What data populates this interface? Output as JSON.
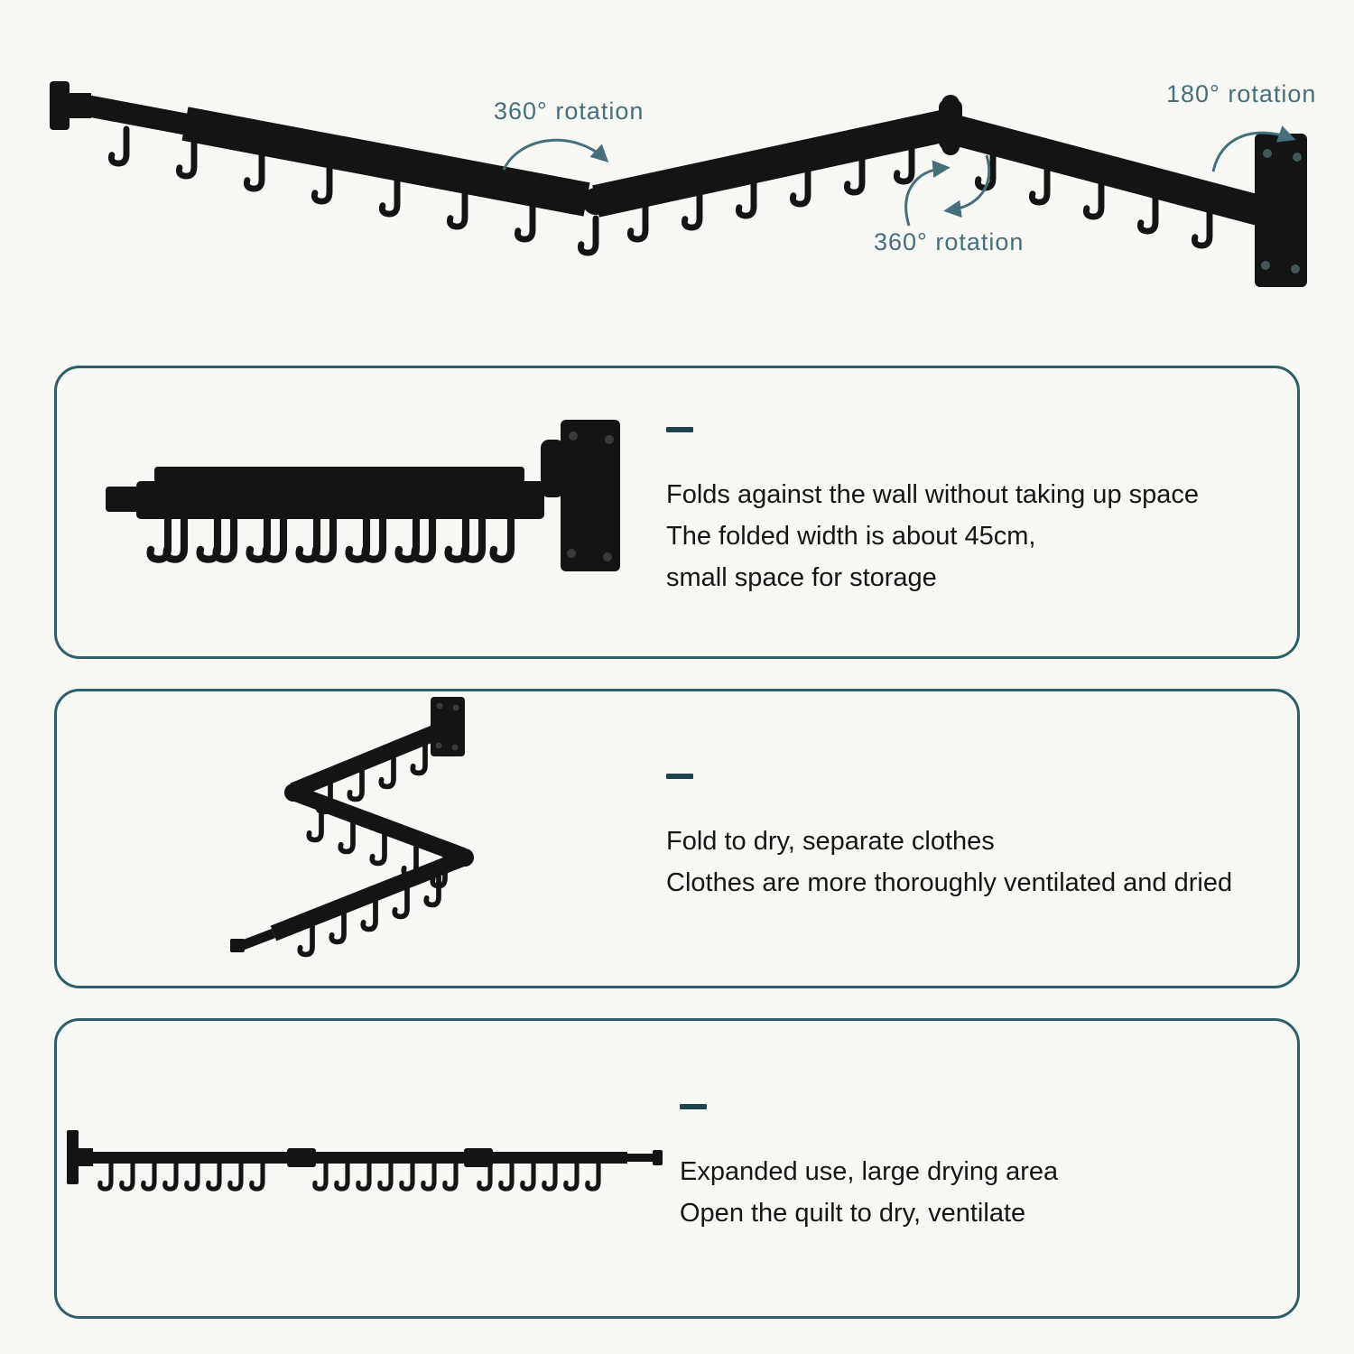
{
  "colors": {
    "background": "#f7f7f4",
    "accent": "#45707b",
    "panel_border": "#2d5f6b",
    "dash": "#1d454d",
    "text": "#161616",
    "rack": "#141414",
    "screw": "#41585c"
  },
  "hero": {
    "annotations": [
      {
        "id": "rotation-left-joint",
        "label": "360° rotation"
      },
      {
        "id": "rotation-wall-mount",
        "label": "180° rotation"
      },
      {
        "id": "rotation-center-joint",
        "label": "360° rotation"
      }
    ]
  },
  "panels": [
    {
      "illustration": "rack-folded-against-wall",
      "lines": [
        "Folds against the wall without taking up space",
        "The folded width is about 45cm,",
        "small space for storage"
      ]
    },
    {
      "illustration": "rack-z-folded",
      "lines": [
        "Fold to dry, separate clothes",
        "Clothes are more thoroughly ventilated and dried"
      ]
    },
    {
      "illustration": "rack-fully-extended",
      "lines": [
        "Expanded use, large drying area",
        "Open the quilt to dry, ventilate"
      ]
    }
  ]
}
